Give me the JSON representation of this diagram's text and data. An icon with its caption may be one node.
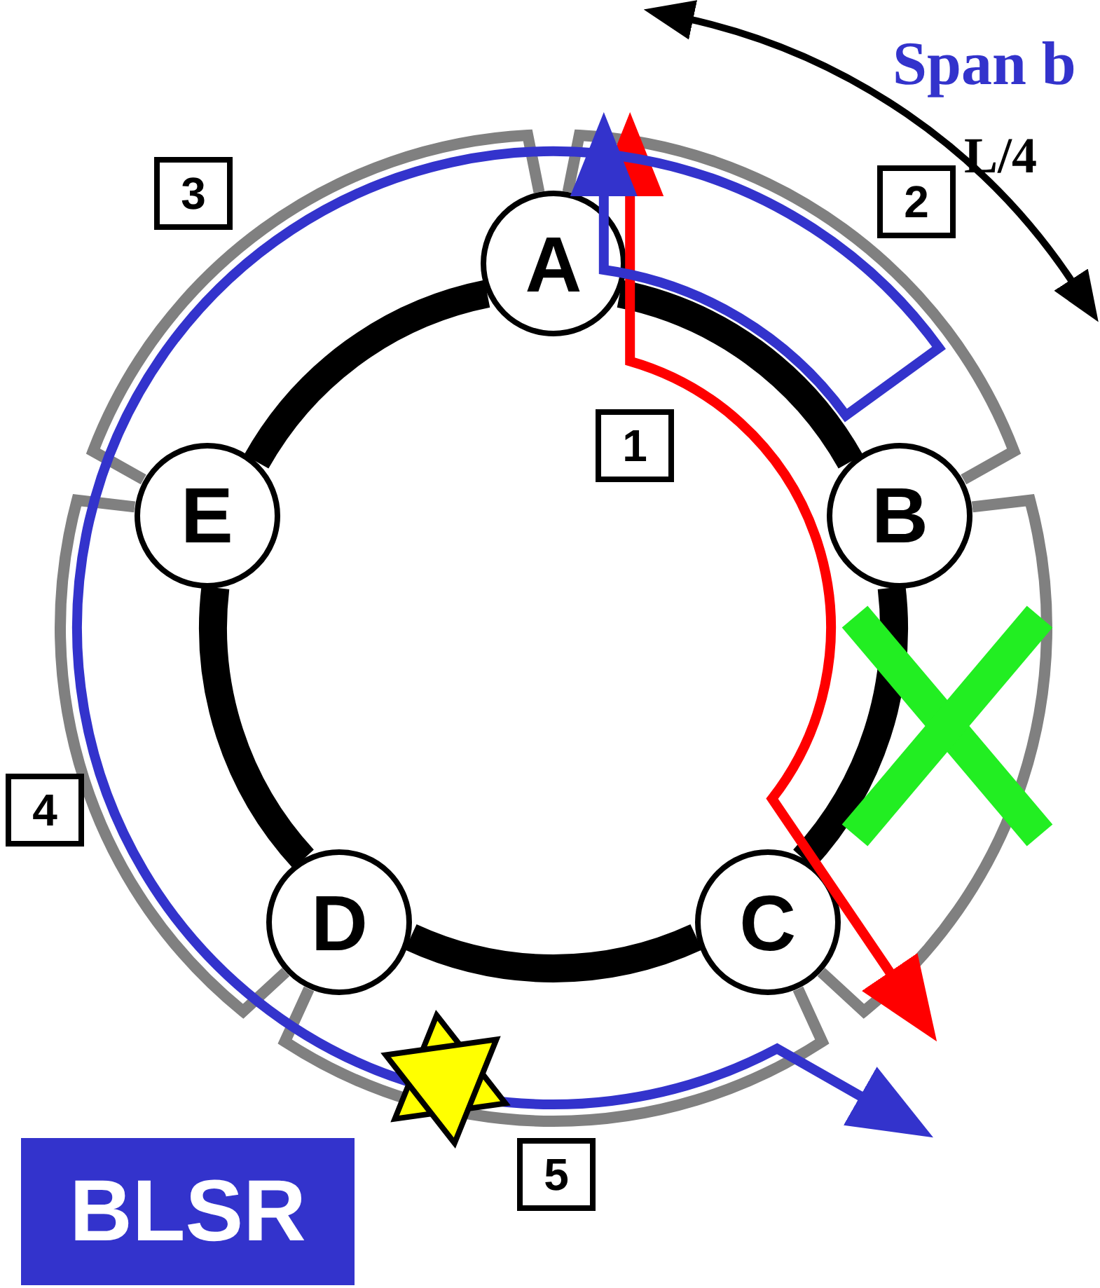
{
  "diagram": {
    "nodes": [
      {
        "text": [
          "A"
        ]
      },
      {
        "text": [
          "B"
        ]
      },
      {
        "text": [
          "C"
        ]
      },
      {
        "text": [
          "D"
        ]
      },
      {
        "text": [
          "E"
        ]
      },
      {
        "text": [
          "1"
        ]
      },
      {
        "text": [
          "2"
        ]
      },
      {
        "text": [
          "3"
        ]
      },
      {
        "text": [
          "4"
        ]
      },
      {
        "text": [
          "5"
        ]
      },
      {
        "text": [
          "BLSR"
        ]
      }
    ],
    "edges": [
      {
        "from": 0,
        "to": 1,
        "arrow": "none",
        "style": "thick"
      },
      {
        "from": 1,
        "to": 2,
        "arrow": "none",
        "style": "thick"
      },
      {
        "from": 2,
        "to": 3,
        "arrow": "none",
        "style": "thick"
      },
      {
        "from": 3,
        "to": 4,
        "arrow": "none",
        "style": "thick"
      },
      {
        "from": 4,
        "to": 0,
        "arrow": "none",
        "style": "thick"
      },
      {
        "from": 0,
        "to": 1,
        "arrow": "none",
        "color": "#808080"
      },
      {
        "from": 1,
        "to": 2,
        "arrow": "none",
        "color": "#808080"
      },
      {
        "from": 2,
        "to": 3,
        "arrow": "none",
        "color": "#808080"
      },
      {
        "from": 3,
        "to": 4,
        "arrow": "none",
        "color": "#808080"
      },
      {
        "from": 4,
        "to": 0,
        "arrow": "none",
        "color": "#808080"
      },
      {
        "from": 0,
        "to": 2,
        "arrow": "both",
        "color": "#ff0000"
      },
      {
        "from": 0,
        "to": 2,
        "arrow": "both",
        "color": "#3333cc"
      }
    ],
    "labels": [
      "Span b",
      "L/4"
    ]
  }
}
